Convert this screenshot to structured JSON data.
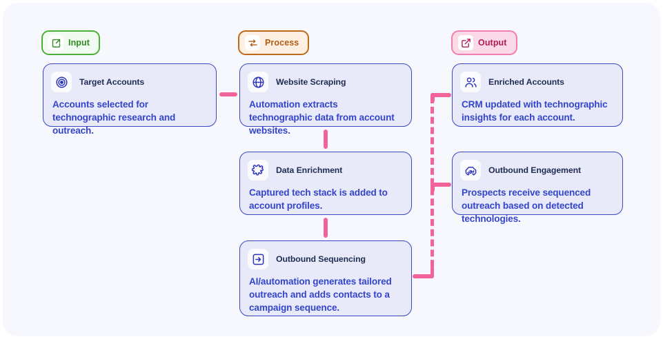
{
  "diagram": {
    "background_color": "#f7f8fd",
    "card_fill": "#e8eaf9",
    "card_border": "#3b46c4",
    "connector_color": "#f2639a"
  },
  "badges": [
    {
      "id": "input",
      "label": "Input",
      "icon": "import-arrow-icon",
      "border_color": "#4caf37",
      "background_color": "#f1fbf2",
      "text_color": "#2f8a1f"
    },
    {
      "id": "process",
      "label": "Process",
      "icon": "transfer-arrows-icon",
      "border_color": "#c06a18",
      "background_color": "#fdf0e2",
      "text_color": "#b35c12"
    },
    {
      "id": "output",
      "label": "Output",
      "icon": "external-link-icon",
      "border_color": "#f27daf",
      "background_color": "#fbd9e6",
      "text_color": "#b01b55"
    }
  ],
  "cards": [
    {
      "id": "target-accounts",
      "title": "Target Accounts",
      "description": "Accounts selected for technographic research and outreach.",
      "icon": "target-bullseye-icon",
      "column": "input"
    },
    {
      "id": "website-scraping",
      "title": "Website Scraping",
      "description": "Automation extracts technographic data from account websites.",
      "icon": "globe-icon",
      "column": "process"
    },
    {
      "id": "enriched-accounts",
      "title": "Enriched Accounts",
      "description": "CRM updated with technographic insights for each account.",
      "icon": "users-icon",
      "column": "output"
    },
    {
      "id": "data-enrichment",
      "title": "Data Enrichment",
      "description": "Captured tech stack is added to account profiles.",
      "icon": "puzzle-piece-icon",
      "column": "process"
    },
    {
      "id": "outbound-engagement",
      "title": "Outbound Engagement",
      "description": "Prospects receive sequenced outreach based on detected technologies.",
      "icon": "handshake-icon",
      "column": "output"
    },
    {
      "id": "outbound-sequencing",
      "title": "Outbound Sequencing",
      "description": "AI/automation generates tailored outreach and adds contacts to a campaign sequence.",
      "icon": "arrow-right-square-icon",
      "column": "process"
    }
  ],
  "connectors": [
    {
      "id": "target-to-scraping",
      "from": "target-accounts",
      "to": "website-scraping",
      "style": "dash"
    },
    {
      "id": "scraping-to-enrichment",
      "from": "website-scraping",
      "to": "data-enrichment",
      "style": "dash"
    },
    {
      "id": "enrichment-to-sequencing",
      "from": "data-enrichment",
      "to": "outbound-sequencing",
      "style": "dash"
    },
    {
      "id": "rail-to-enriched",
      "from": "process-rail",
      "to": "enriched-accounts",
      "style": "elbow"
    },
    {
      "id": "rail-to-engagement",
      "from": "process-rail",
      "to": "outbound-engagement",
      "style": "elbow"
    },
    {
      "id": "sequencing-to-rail",
      "from": "outbound-sequencing",
      "to": "process-rail",
      "style": "elbow"
    }
  ]
}
